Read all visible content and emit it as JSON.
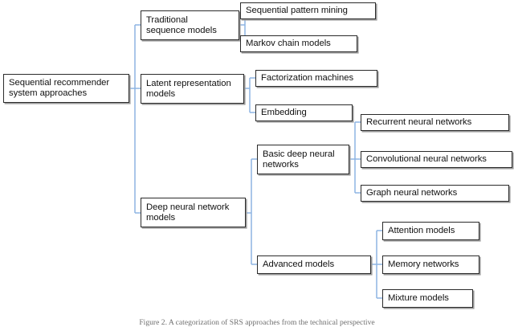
{
  "figure": {
    "caption": "Figure 2. A categorization of SRS approaches from the technical perspective",
    "line_color": "#8db4e2",
    "box_border_color": "#2b2b2b",
    "box_shadow_color": "#9d9d9d",
    "background": "#ffffff"
  },
  "nodes": {
    "root": {
      "label": "Sequential recommender\nsystem approaches"
    },
    "traditional": {
      "label": "Traditional\nsequence models"
    },
    "seq_pattern": {
      "label": "Sequential pattern mining"
    },
    "markov": {
      "label": "Markov chain models"
    },
    "latent": {
      "label": "Latent representation\nmodels"
    },
    "factorization": {
      "label": "Factorization machines"
    },
    "embedding": {
      "label": "Embedding"
    },
    "deep": {
      "label": "Deep neural network\nmodels"
    },
    "basic_dnn": {
      "label": "Basic deep neural\nnetworks"
    },
    "rnn": {
      "label": "Recurrent neural networks"
    },
    "cnn": {
      "label": "Convolutional neural networks"
    },
    "gnn": {
      "label": "Graph neural networks"
    },
    "advanced": {
      "label": "Advanced models"
    },
    "attention": {
      "label": "Attention models"
    },
    "memory": {
      "label": "Memory networks"
    },
    "mixture": {
      "label": "Mixture models"
    }
  },
  "tree": {
    "type": "hierarchy",
    "root": "Sequential recommender system approaches",
    "children": [
      {
        "name": "Traditional sequence models",
        "children": [
          "Sequential pattern mining",
          "Markov chain models"
        ]
      },
      {
        "name": "Latent representation models",
        "children": [
          "Factorization machines",
          "Embedding"
        ]
      },
      {
        "name": "Deep neural network models",
        "children": [
          {
            "name": "Basic deep neural networks",
            "children": [
              "Recurrent neural networks",
              "Convolutional neural networks",
              "Graph neural networks"
            ]
          },
          {
            "name": "Advanced models",
            "children": [
              "Attention models",
              "Memory networks",
              "Mixture models"
            ]
          }
        ]
      }
    ]
  }
}
